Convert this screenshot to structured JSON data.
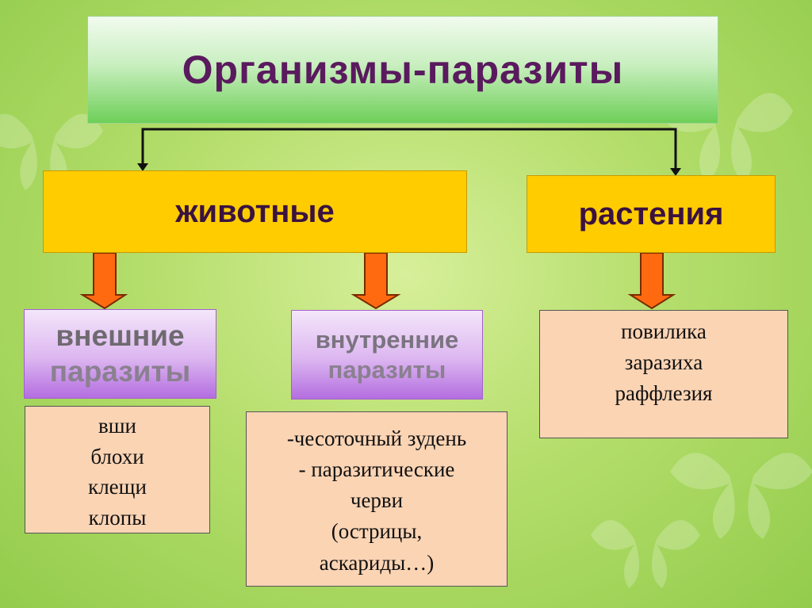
{
  "title": "Организмы-паразиты",
  "branches": {
    "animals": "животные",
    "plants": "растения"
  },
  "categories": {
    "external": {
      "line1": "внешние",
      "line2": "паразиты"
    },
    "internal": {
      "line1": "внутренние",
      "line2": "паразиты"
    }
  },
  "lists": {
    "external": [
      "вши",
      "блохи",
      "клещи",
      "клопы"
    ],
    "internal": [
      "-чесоточный зудень",
      "- паразитические",
      "черви",
      "(острицы,",
      "аскариды…)"
    ],
    "plants": [
      "повилика",
      "заразиха",
      "раффлезия"
    ]
  },
  "colors": {
    "title_text": "#5a1a5e",
    "yellow_box": "#ffcc00",
    "arrow_fill": "#ff6a10",
    "peach_box": "#fbd4b4"
  }
}
